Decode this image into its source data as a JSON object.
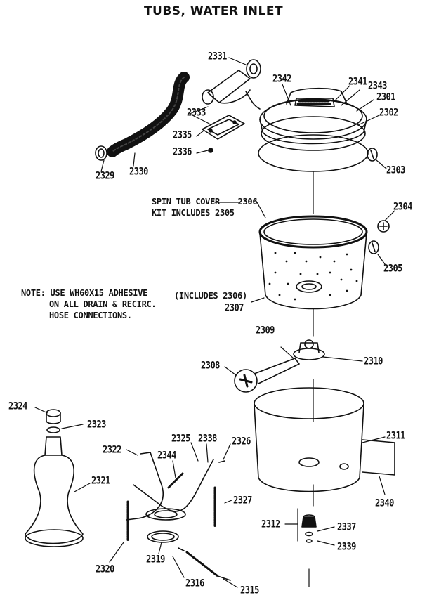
{
  "title": "TUBS, WATER INLET",
  "parts": {
    "p2331": "2331",
    "p2342": "2342",
    "p2341": "2341",
    "p2343": "2343",
    "p2301": "2301",
    "p2302": "2302",
    "p2333": "2333",
    "p2335": "2335",
    "p2336": "2336",
    "p2329": "2329",
    "p2330": "2330",
    "p2303": "2303",
    "p2306": "2306",
    "p2304": "2304",
    "p2305": "2305",
    "p2307": "2307",
    "p2309": "2309",
    "p2310": "2310",
    "p2308": "2308",
    "p2311": "2311",
    "p2324": "2324",
    "p2323": "2323",
    "p2325": "2325",
    "p2338": "2338",
    "p2326": "2326",
    "p2322": "2322",
    "p2344": "2344",
    "p2321": "2321",
    "p2327": "2327",
    "p2340": "2340",
    "p2312": "2312",
    "p2337": "2337",
    "p2339": "2339",
    "p2320": "2320",
    "p2319": "2319",
    "p2316": "2316",
    "p2315": "2315"
  },
  "notes": {
    "spin_cover_line1": "SPIN TUB COVER",
    "spin_cover_line2": "KIT INCLUDES 2305",
    "includes": "(INCLUDES 2306)",
    "note_line1": "NOTE: USE WH60X15 ADHESIVE",
    "note_line2": "ON ALL DRAIN & RECIRC.",
    "note_line3": "HOSE CONNECTIONS."
  }
}
